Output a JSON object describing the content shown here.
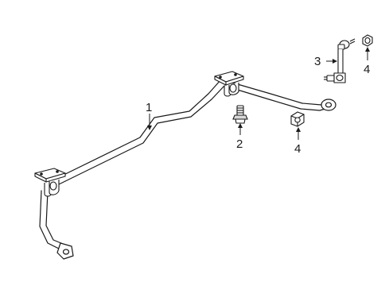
{
  "diagram": {
    "callouts": [
      {
        "id": "stabilizer-bar",
        "label": "1"
      },
      {
        "id": "bolt",
        "label": "2"
      },
      {
        "id": "stabilizer-link",
        "label": "3"
      },
      {
        "id": "nut-upper",
        "label": "4"
      },
      {
        "id": "nut-lower",
        "label": "4"
      }
    ],
    "colors": {
      "line": "#1a1a1a",
      "fill": "#ffffff",
      "shade": "#d8d8d8"
    }
  }
}
